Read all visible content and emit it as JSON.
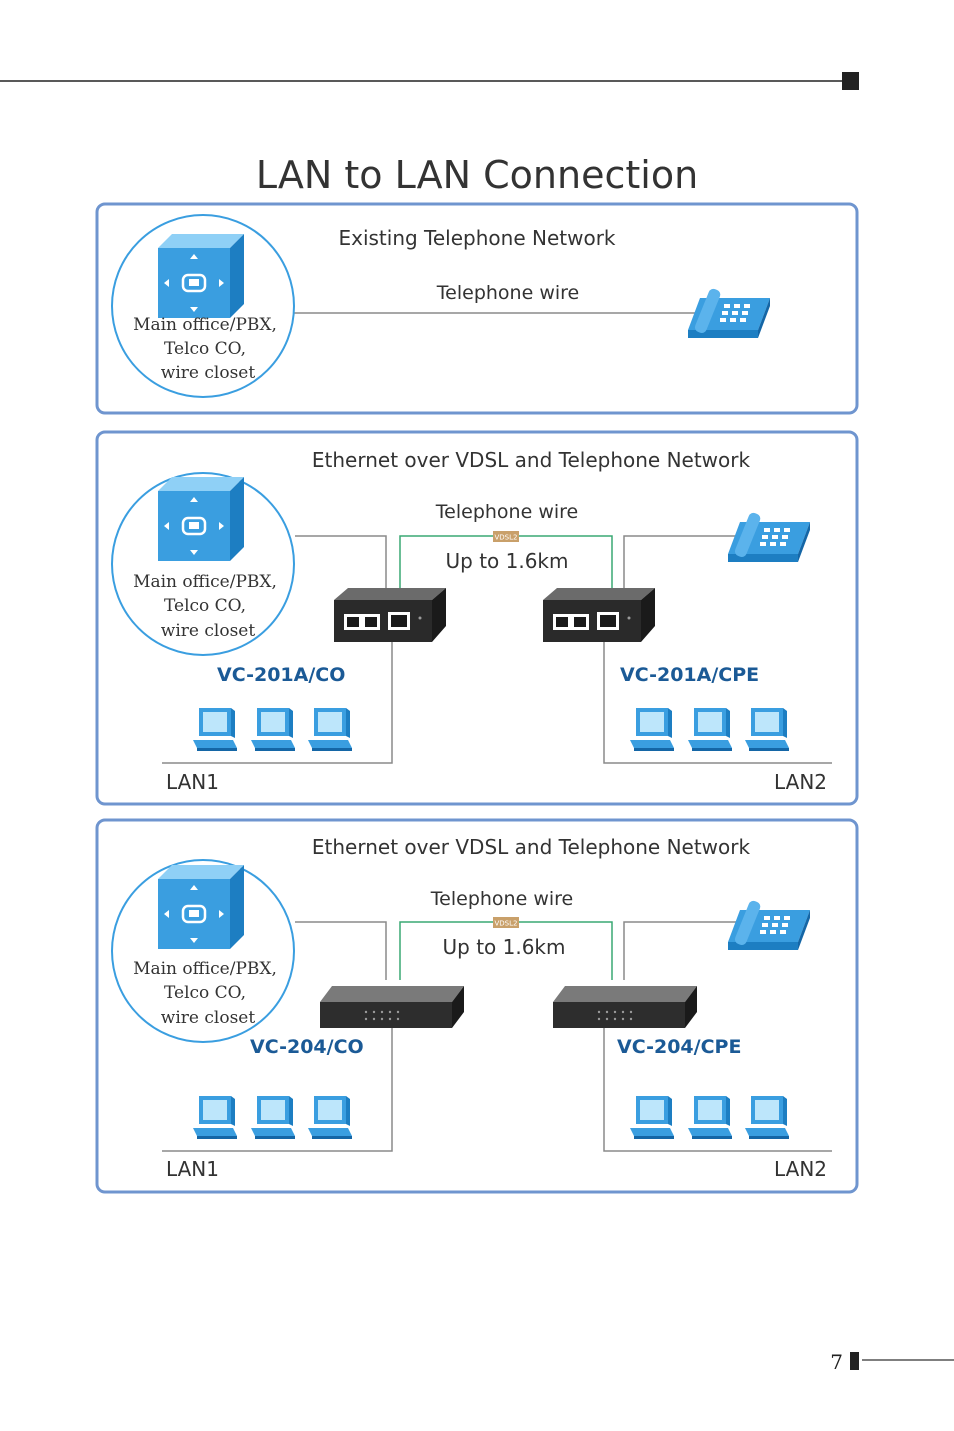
{
  "page_title": "LAN to LAN Connection",
  "page_number": "7",
  "colors": {
    "panel_border": "#6f95cf",
    "model_label": "#1b5a96",
    "wire": "#8a8a8a",
    "vdsl_line": "#3aa874",
    "vdsl_tag": "#c9a06a",
    "icon_blue": "#3a9ee0"
  },
  "panel1": {
    "title": "Existing Telephone Network",
    "wire_label": "Telephone wire",
    "office_label": [
      "Main office/PBX,",
      "Telco CO,",
      "wire closet"
    ],
    "icons": [
      "pbx-cube-icon",
      "telephone-icon"
    ]
  },
  "panel2": {
    "title": "Ethernet over VDSL and Telephone Network",
    "wire_label": "Telephone wire",
    "vdsl_tag": "VDSL2",
    "distance": "Up to 1.6km",
    "office_label": [
      "Main office/PBX,",
      "Telco CO,",
      "wire closet"
    ],
    "co_model": "VC-201A/CO",
    "cpe_model": "VC-201A/CPE",
    "lan_left": "LAN1",
    "lan_right": "LAN2",
    "icons": [
      "pbx-cube-icon",
      "telephone-icon",
      "converter-icon",
      "computer-icon"
    ]
  },
  "panel3": {
    "title": "Ethernet over VDSL and Telephone Network",
    "wire_label": "Telephone wire",
    "vdsl_tag": "VDSL2",
    "distance": "Up to 1.6km",
    "office_label": [
      "Main office/PBX,",
      "Telco CO,",
      "wire closet"
    ],
    "co_model": "VC-204/CO",
    "cpe_model": "VC-204/CPE",
    "lan_left": "LAN1",
    "lan_right": "LAN2",
    "icons": [
      "pbx-cube-icon",
      "telephone-icon",
      "switch-icon",
      "computer-icon"
    ]
  }
}
